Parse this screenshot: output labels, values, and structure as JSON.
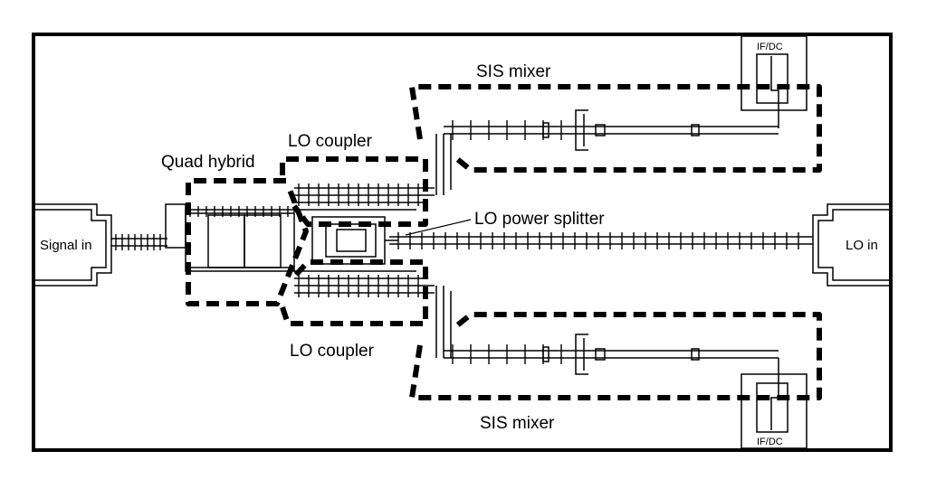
{
  "diagram": {
    "labels": {
      "sis_mixer_top": "SIS mixer",
      "sis_mixer_bottom": "SIS mixer",
      "lo_coupler_top": "LO coupler",
      "lo_coupler_bottom": "LO coupler",
      "quad_hybrid": "Quad hybrid",
      "lo_power_splitter": "LO power splitter",
      "signal_in": "Signal in",
      "lo_in": "LO in",
      "if_dc_top": "IF/DC",
      "if_dc_bottom": "IF/DC"
    },
    "colors": {
      "ink": "#000000",
      "background": "#ffffff"
    }
  }
}
